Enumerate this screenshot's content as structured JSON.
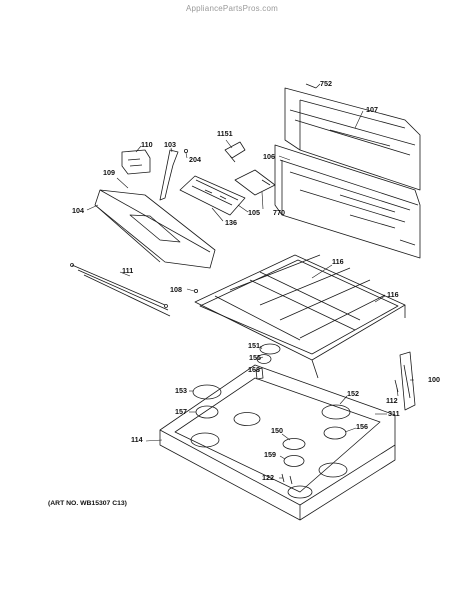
{
  "watermark": "AppliancePartsPros.com",
  "art_number": "(ART NO. WB15307 C13)",
  "callouts": {
    "p752": "752",
    "p107": "107",
    "p106": "106",
    "p770": "770",
    "p1151": "1151",
    "p110": "110",
    "p103": "103",
    "p204": "204",
    "p109": "109",
    "p104": "104",
    "p105": "105",
    "p136": "136",
    "p111": "111",
    "p108": "108",
    "p116a": "116",
    "p116b": "116",
    "p151": "151",
    "p155": "155",
    "p168": "168",
    "p153": "153",
    "p157": "157",
    "p152": "152",
    "p311": "311",
    "p112": "112",
    "p100": "100",
    "p114": "114",
    "p150": "150",
    "p156": "156",
    "p159": "159",
    "p122": "122"
  }
}
